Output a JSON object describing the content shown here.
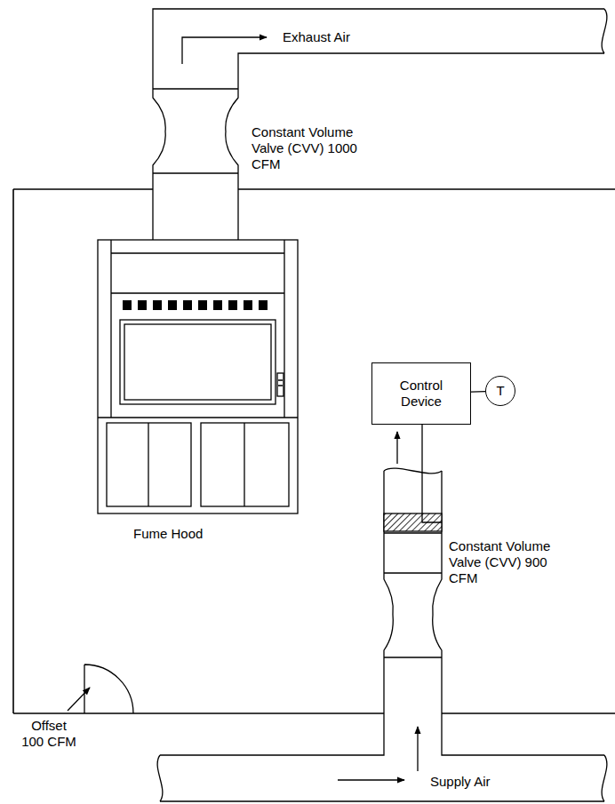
{
  "diagram": {
    "nodes": [
      {
        "text": [
          "Control Device"
        ]
      },
      {
        "text": [
          "T"
        ]
      }
    ],
    "edges": [
      {
        "from": 0,
        "to": 1,
        "arrow": "none"
      }
    ],
    "labels": [
      "Exhaust Air",
      "Constant Volume Valve (CVV) 1000 CFM",
      "Fume Hood",
      "Constant Volume Valve (CVV) 900 CFM",
      "Offset 100 CFM",
      "Supply Air"
    ]
  }
}
